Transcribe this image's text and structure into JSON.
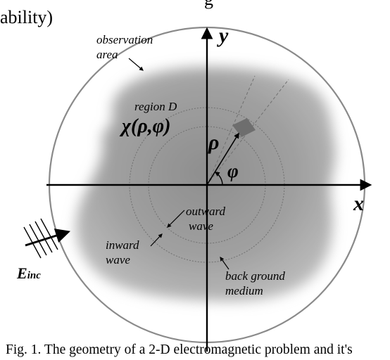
{
  "header": {
    "line1_fragment": "g",
    "line2_fragment": "ability)"
  },
  "figure": {
    "labels": {
      "observation_area": [
        "observation",
        "area"
      ],
      "region": "region D",
      "chi": "χ(ρ,φ)",
      "rho": "ρ",
      "phi": "φ",
      "outward_wave": [
        "outward",
        "wave"
      ],
      "inward_wave": [
        "inward",
        "wave"
      ],
      "background_medium": [
        "back ground",
        "medium"
      ],
      "x_axis": "x",
      "y_axis": "y",
      "incident_field": "E",
      "incident_field_sub": "inc"
    },
    "colors": {
      "circle_stroke": "#8a8a8a",
      "region_fill": "#9d9d9d",
      "axis": "#000000",
      "dashed": "#707070",
      "cell": "#6e6e6e"
    }
  },
  "caption": "Fig.  1. The geometry of a 2-D electromagnetic problem and it's"
}
